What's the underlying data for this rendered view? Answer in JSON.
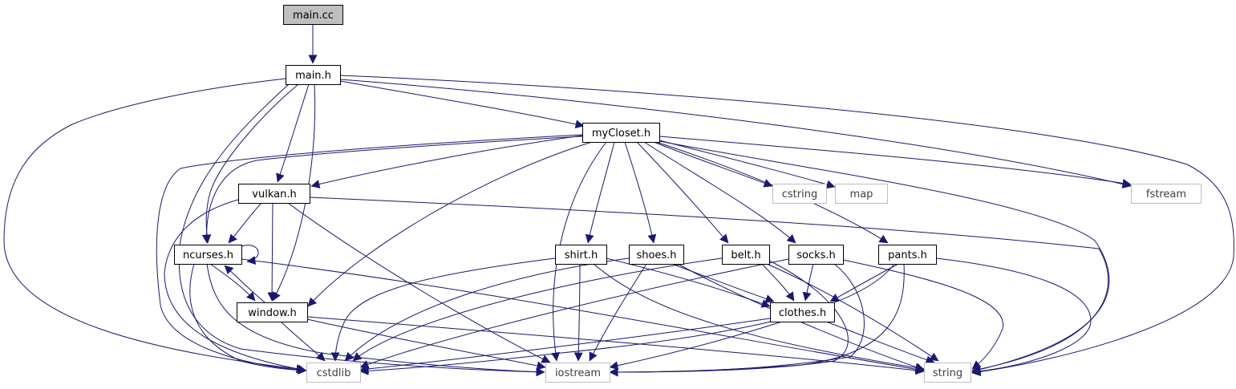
{
  "graph": {
    "colors": {
      "edge": "#191970",
      "root_fill": "#bfbfbf",
      "root_stroke": "#000000",
      "internal_stroke": "#000000",
      "external_stroke": "#bfbfbf",
      "external_text": "#404040",
      "text": "#000000"
    },
    "nodes": [
      {
        "id": "main_cc",
        "label": "main.cc",
        "kind": "root"
      },
      {
        "id": "main_h",
        "label": "main.h",
        "kind": "internal"
      },
      {
        "id": "mycloset_h",
        "label": "myCloset.h",
        "kind": "internal"
      },
      {
        "id": "vulkan_h",
        "label": "vulkan.h",
        "kind": "internal"
      },
      {
        "id": "cstring",
        "label": "cstring",
        "kind": "external"
      },
      {
        "id": "map",
        "label": "map",
        "kind": "external"
      },
      {
        "id": "fstream",
        "label": "fstream",
        "kind": "external"
      },
      {
        "id": "ncurses_h",
        "label": "ncurses.h",
        "kind": "internal"
      },
      {
        "id": "shirt_h",
        "label": "shirt.h",
        "kind": "internal"
      },
      {
        "id": "shoes_h",
        "label": "shoes.h",
        "kind": "internal"
      },
      {
        "id": "belt_h",
        "label": "belt.h",
        "kind": "internal"
      },
      {
        "id": "socks_h",
        "label": "socks.h",
        "kind": "internal"
      },
      {
        "id": "pants_h",
        "label": "pants.h",
        "kind": "internal"
      },
      {
        "id": "window_h",
        "label": "window.h",
        "kind": "internal"
      },
      {
        "id": "clothes_h",
        "label": "clothes.h",
        "kind": "internal"
      },
      {
        "id": "cstdlib",
        "label": "cstdlib",
        "kind": "external"
      },
      {
        "id": "iostream",
        "label": "iostream",
        "kind": "external"
      },
      {
        "id": "string",
        "label": "string",
        "kind": "external"
      }
    ],
    "edges": [
      [
        "main_cc",
        "main_h"
      ],
      [
        "main_h",
        "mycloset_h"
      ],
      [
        "main_h",
        "vulkan_h"
      ],
      [
        "main_h",
        "ncurses_h"
      ],
      [
        "main_h",
        "window_h"
      ],
      [
        "main_h",
        "cstdlib"
      ],
      [
        "main_h",
        "iostream"
      ],
      [
        "main_h",
        "fstream"
      ],
      [
        "main_h",
        "string"
      ],
      [
        "mycloset_h",
        "vulkan_h"
      ],
      [
        "mycloset_h",
        "ncurses_h"
      ],
      [
        "mycloset_h",
        "window_h"
      ],
      [
        "mycloset_h",
        "cstring"
      ],
      [
        "mycloset_h",
        "map"
      ],
      [
        "mycloset_h",
        "fstream"
      ],
      [
        "mycloset_h",
        "shirt_h"
      ],
      [
        "mycloset_h",
        "shoes_h"
      ],
      [
        "mycloset_h",
        "belt_h"
      ],
      [
        "mycloset_h",
        "socks_h"
      ],
      [
        "mycloset_h",
        "pants_h"
      ],
      [
        "mycloset_h",
        "cstdlib"
      ],
      [
        "mycloset_h",
        "iostream"
      ],
      [
        "mycloset_h",
        "string"
      ],
      [
        "vulkan_h",
        "ncurses_h"
      ],
      [
        "vulkan_h",
        "window_h"
      ],
      [
        "vulkan_h",
        "cstdlib"
      ],
      [
        "vulkan_h",
        "iostream"
      ],
      [
        "vulkan_h",
        "string"
      ],
      [
        "ncurses_h",
        "ncurses_h"
      ],
      [
        "ncurses_h",
        "window_h"
      ],
      [
        "ncurses_h",
        "cstdlib"
      ],
      [
        "ncurses_h",
        "iostream"
      ],
      [
        "ncurses_h",
        "string"
      ],
      [
        "window_h",
        "ncurses_h"
      ],
      [
        "window_h",
        "cstdlib"
      ],
      [
        "window_h",
        "iostream"
      ],
      [
        "window_h",
        "string"
      ],
      [
        "shirt_h",
        "clothes_h"
      ],
      [
        "shirt_h",
        "cstdlib"
      ],
      [
        "shirt_h",
        "iostream"
      ],
      [
        "shirt_h",
        "string"
      ],
      [
        "shoes_h",
        "clothes_h"
      ],
      [
        "shoes_h",
        "cstdlib"
      ],
      [
        "shoes_h",
        "iostream"
      ],
      [
        "shoes_h",
        "string"
      ],
      [
        "belt_h",
        "clothes_h"
      ],
      [
        "belt_h",
        "cstdlib"
      ],
      [
        "belt_h",
        "iostream"
      ],
      [
        "belt_h",
        "string"
      ],
      [
        "socks_h",
        "clothes_h"
      ],
      [
        "socks_h",
        "cstdlib"
      ],
      [
        "socks_h",
        "iostream"
      ],
      [
        "socks_h",
        "string"
      ],
      [
        "pants_h",
        "clothes_h"
      ],
      [
        "pants_h",
        "cstdlib"
      ],
      [
        "pants_h",
        "iostream"
      ],
      [
        "pants_h",
        "string"
      ],
      [
        "clothes_h",
        "cstdlib"
      ],
      [
        "clothes_h",
        "iostream"
      ],
      [
        "clothes_h",
        "string"
      ]
    ]
  }
}
